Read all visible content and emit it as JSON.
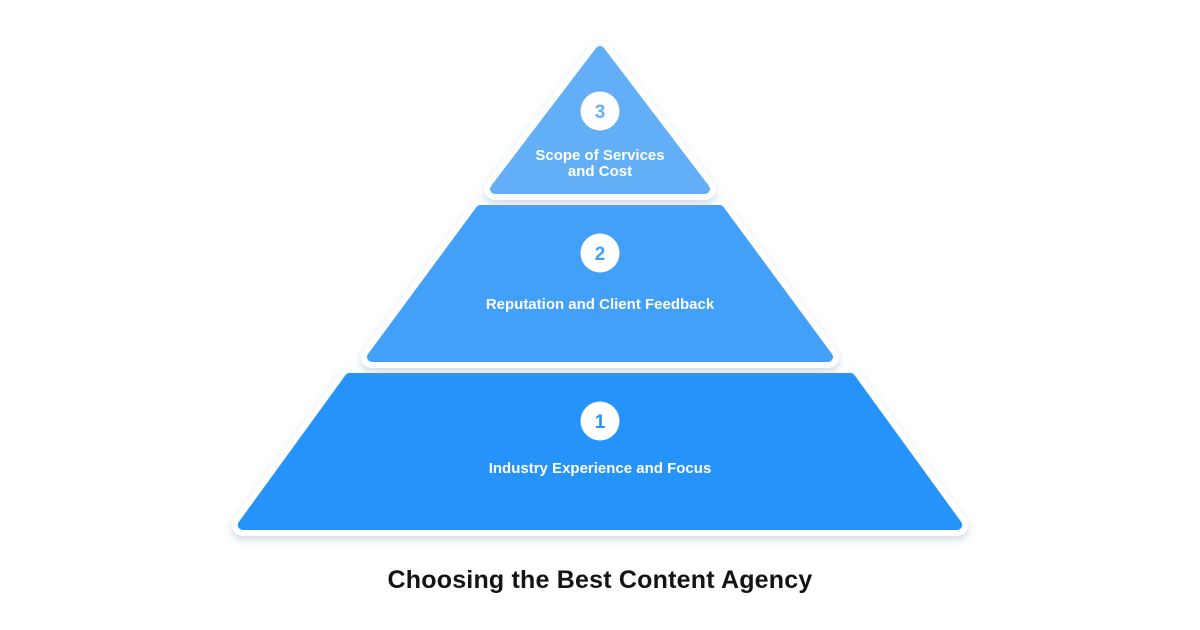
{
  "canvas_background": "#ffffff",
  "title": {
    "text": "Choosing the Best Content Agency",
    "color": "#141414"
  },
  "pyramid": {
    "badge_background": "#ffffff",
    "label_color": "#ffffff",
    "levels": [
      {
        "number": "1",
        "label": "Industry Experience and Focus",
        "color": "#2793fa"
      },
      {
        "number": "2",
        "label": "Reputation and Client Feedback",
        "color": "#42a0f8"
      },
      {
        "number": "3",
        "label": "Scope of Services and Cost",
        "lines": [
          "Scope of Services",
          "and Cost"
        ],
        "color": "#64aff7"
      }
    ]
  }
}
